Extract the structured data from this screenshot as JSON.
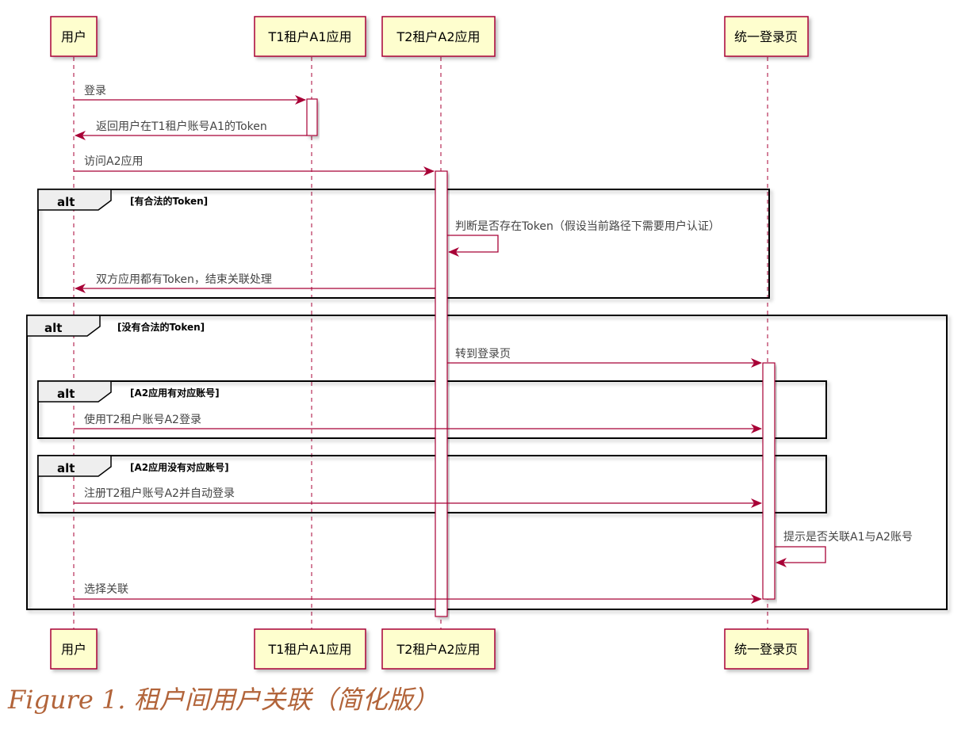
{
  "participants": [
    {
      "id": "user",
      "label": "用户"
    },
    {
      "id": "t1",
      "label": "T1租户A1应用"
    },
    {
      "id": "t2",
      "label": "T2租户A2应用"
    },
    {
      "id": "login",
      "label": "统一登录页"
    }
  ],
  "messages": {
    "m1": "登录",
    "m2": "返回用户在T1租户账号A1的Token",
    "m3": "访问A2应用",
    "m4": "判断是否存在Token（假设当前路径下需要用户认证）",
    "m5": "双方应用都有Token，结束关联处理",
    "m6": "转到登录页",
    "m7": "使用T2租户账号A2登录",
    "m8": "注册T2租户账号A2并自动登录",
    "m9": "提示是否关联A1与A2账号",
    "m10": "选择关联"
  },
  "fragments": {
    "f1": {
      "keyword": "alt",
      "guard": "[有合法的Token]"
    },
    "f2": {
      "keyword": "alt",
      "guard": "[没有合法的Token]"
    },
    "f3": {
      "keyword": "alt",
      "guard": "[A2应用有对应账号]"
    },
    "f4": {
      "keyword": "alt",
      "guard": "[A2应用没有对应账号]"
    }
  },
  "caption": {
    "label": "Figure 1.",
    "title": "租户间用户关联（简化版）"
  },
  "colors": {
    "participant_fill": "#fefece",
    "participant_border": "#a80036",
    "arrow": "#a80036",
    "text": "#444444",
    "caption": "#b2643a"
  }
}
